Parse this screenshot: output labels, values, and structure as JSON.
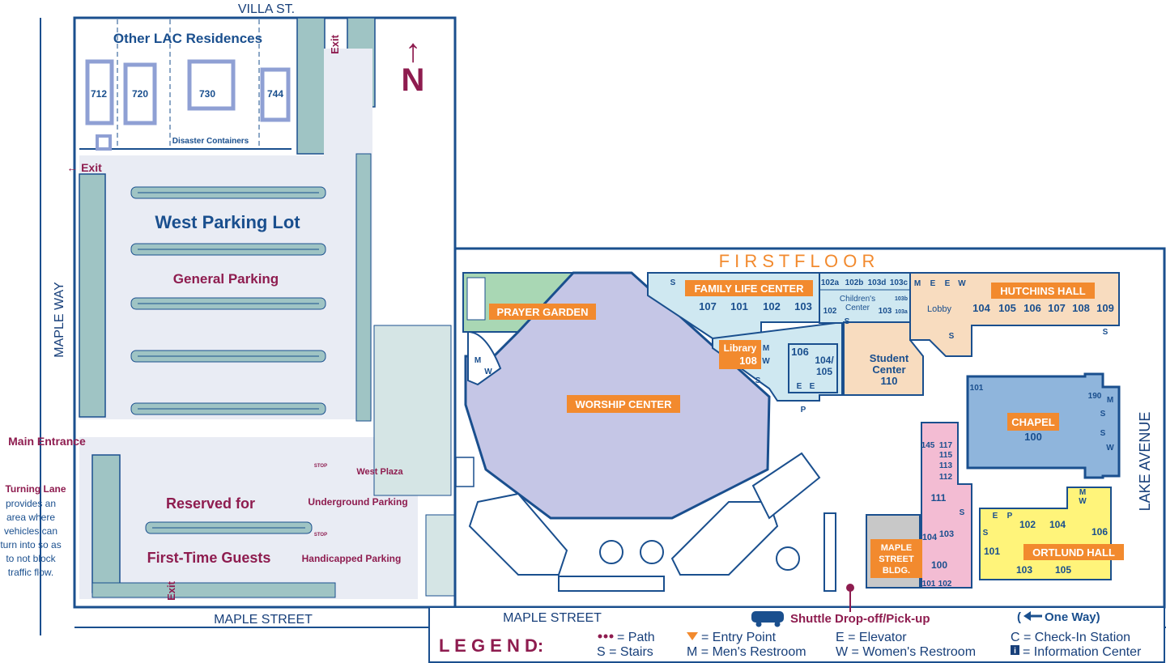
{
  "colors": {
    "blue": "#1a4f8e",
    "maroon": "#8e1c4f",
    "orange": "#f28a2e",
    "lot_fill": "#e9ecf4",
    "island": "#9fc4c4",
    "worship": "#c5c6e6",
    "light_blue": "#cfe8f1",
    "peach": "#f8dcbf",
    "chapel": "#8fb5dc",
    "pink": "#f3bcd3",
    "yellow": "#fff47a",
    "garden": "#a9d7b4",
    "gray_bldg": "#c8c8c8"
  },
  "streets": {
    "villa": "VILLA ST.",
    "maple_way": "MAPLE WAY",
    "maple_street_left": "MAPLE  STREET",
    "maple_street_right": "MAPLE  STREET",
    "lake_avenue": "LAKE AVENUE"
  },
  "north": {
    "arrow": "↑",
    "letter": "N"
  },
  "floor_title": "F I R S T    F L O O R",
  "residences": {
    "title": "Other LAC Residences",
    "units": [
      "712",
      "720",
      "730",
      "744"
    ],
    "containers": "Disaster Containers"
  },
  "exits": {
    "top": "Exit",
    "left": "← Exit",
    "bottom": "Exit"
  },
  "parking": {
    "west_lot": "West Parking Lot",
    "general": "General Parking",
    "reserved_1": "Reserved for",
    "reserved_2": "First-Time Guests",
    "main_entrance": "Main Entrance",
    "west_plaza": "West Plaza",
    "underground": "Underground Parking",
    "handicapped": "Handicapped Parking",
    "stop": "STOP"
  },
  "turning_lane": {
    "title": "Turning Lane",
    "lines": [
      "provides an",
      "area where",
      "vehicles can",
      "turn into so as",
      "to not block",
      "traffic flow."
    ]
  },
  "buildings": {
    "prayer_garden": "PRAYER GARDEN",
    "worship_center": "WORSHIP CENTER",
    "family_life_center": "FAMILY LIFE CENTER",
    "flc_rooms": [
      "107",
      "101",
      "102",
      "103"
    ],
    "library": "Library",
    "library_room": "108",
    "room_106": "106",
    "room_104_105a": "104/",
    "room_104_105b": "105",
    "childrens_rooms": [
      "102a",
      "102b",
      "103d",
      "103c"
    ],
    "childrens_center_1": "Children's",
    "childrens_center_2": "Center",
    "cc_102": "102",
    "cc_103": "103",
    "cc_103b": "103b",
    "cc_103a": "103a",
    "student_center_1": "Student",
    "student_center_2": "Center",
    "student_center_3": "110",
    "lobby": "Lobby",
    "hutchins_hall": "HUTCHINS HALL",
    "hutchins_rooms": [
      "104",
      "105",
      "106",
      "107",
      "108",
      "109"
    ],
    "chapel": "CHAPEL",
    "chapel_room": "100",
    "chapel_101": "101",
    "chapel_190": "190",
    "maple_bldg": [
      "MAPLE",
      "STREET",
      "BLDG."
    ],
    "pink_rooms": {
      "r145": "145",
      "r117": "117",
      "r115": "115",
      "r113": "113",
      "r112": "112",
      "r111": "111",
      "r104": "104",
      "r103": "103",
      "r100": "100",
      "r101": "101",
      "r102": "102"
    },
    "ortlund_hall": "ORTLUND HALL",
    "ortlund_rooms": {
      "r102": "102",
      "r104": "104",
      "r106": "106",
      "r101": "101",
      "r103": "103",
      "r105": "105"
    }
  },
  "markers": {
    "M": "M",
    "W": "W",
    "E": "E",
    "S": "S",
    "P": "P"
  },
  "shuttle": "Shuttle Drop-off/Pick-up",
  "one_way": "One Way)",
  "one_way_prefix": "(",
  "legend": {
    "title": "L E G E N D:",
    "path": "= Path",
    "entry": "= Entry Point",
    "elevator": "E = Elevator",
    "checkin": "C = Check-In Station",
    "stairs": "S = Stairs",
    "mens": "M = Men's Restroom",
    "womens": "W = Women's Restroom",
    "info": "= Information Center",
    "info_glyph": "i"
  }
}
